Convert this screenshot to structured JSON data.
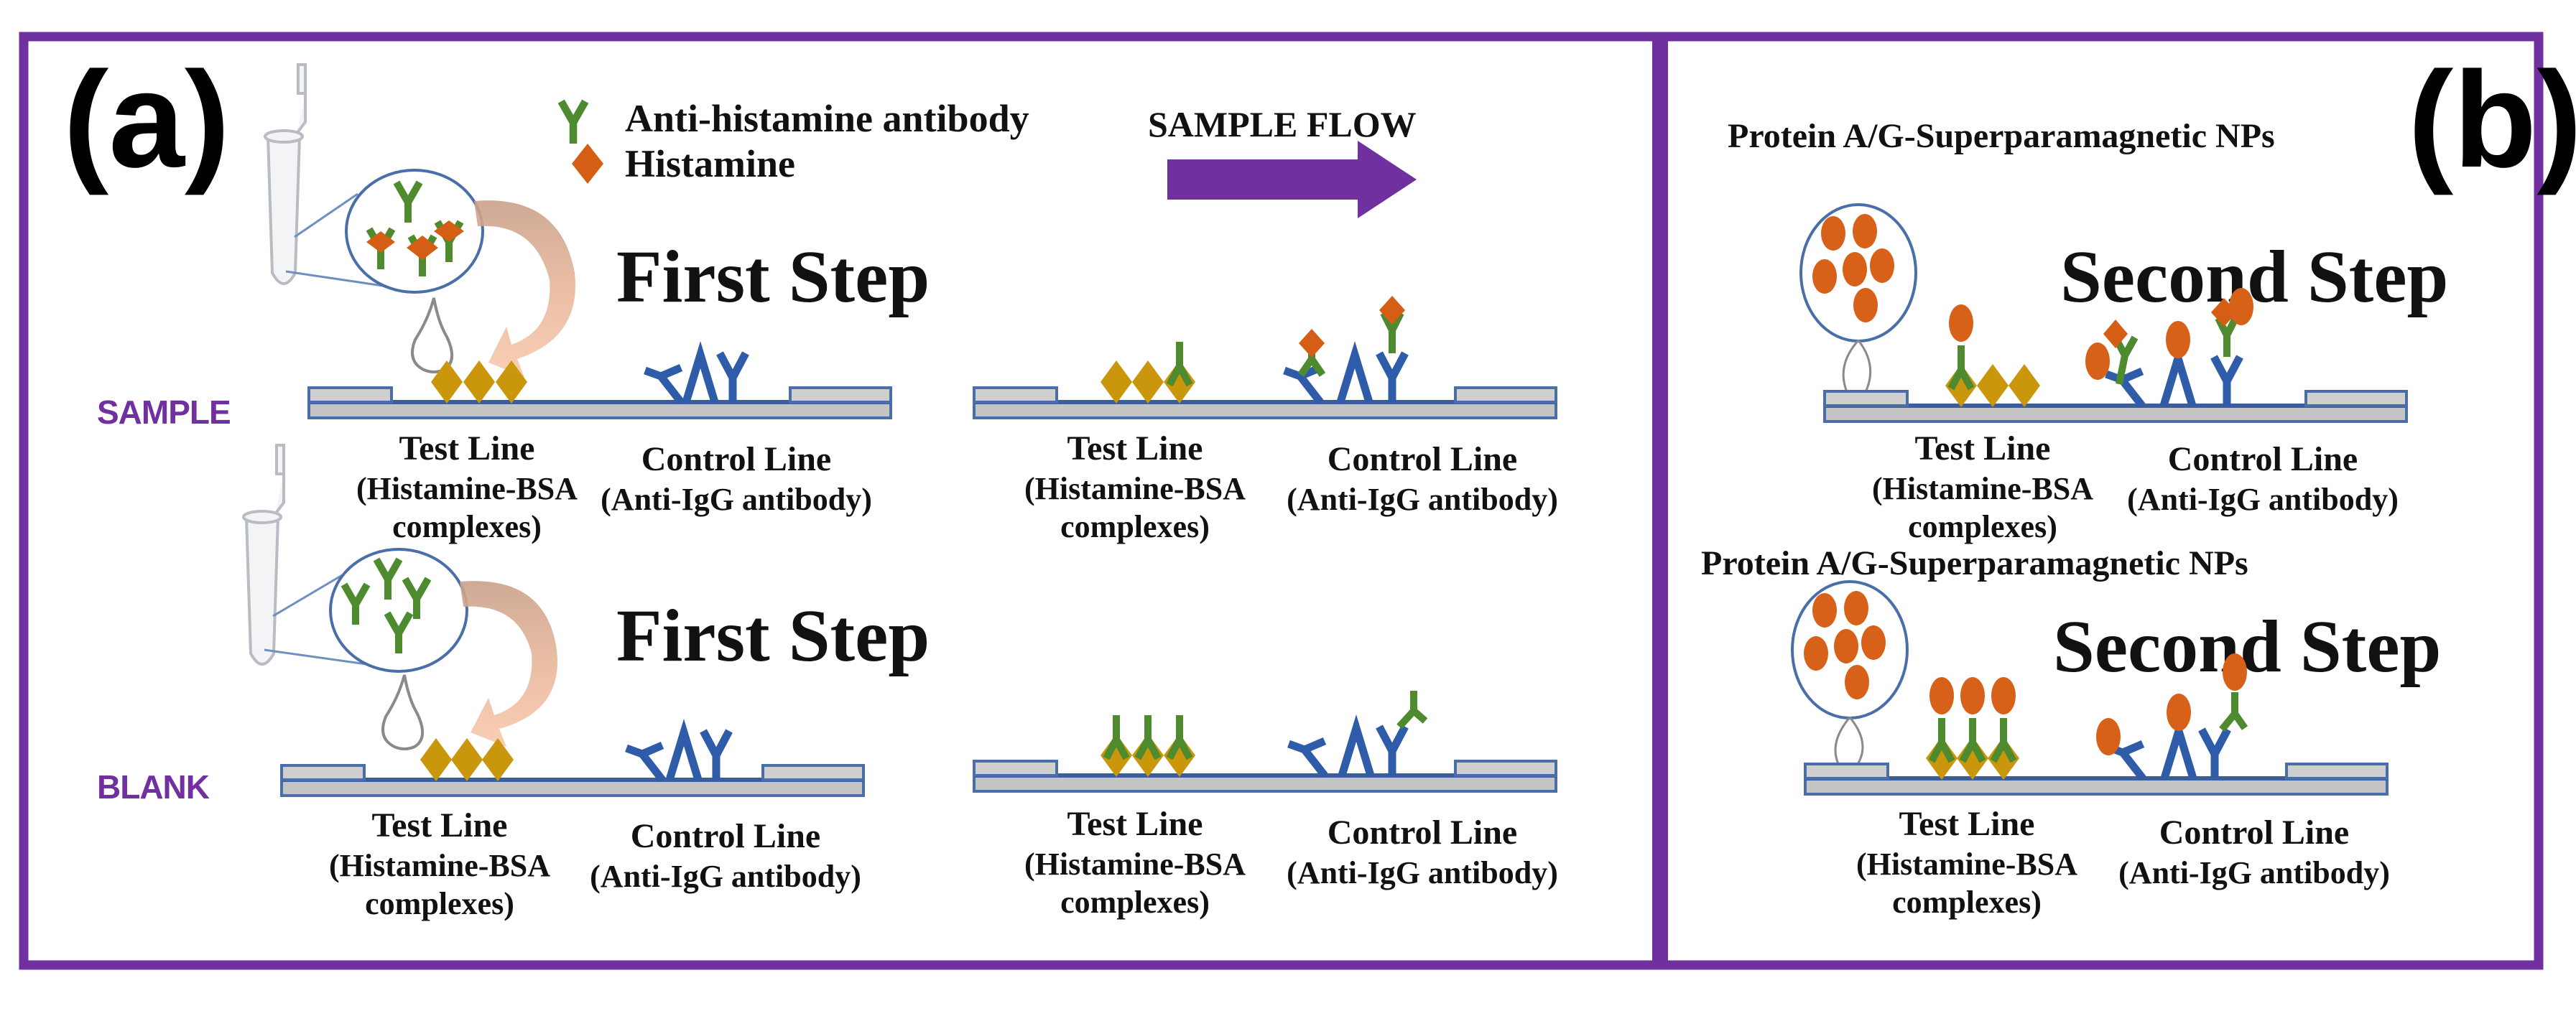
{
  "figure": {
    "panel_a": {
      "letter": "(a)",
      "legend": {
        "antibody_label": "Anti-histamine antibody",
        "antibody_icon": "green-y-antibody-icon",
        "histamine_label": "Histamine",
        "histamine_icon": "orange-diamond-icon"
      },
      "flow_label": "SAMPLE FLOW",
      "rows": [
        {
          "row_label": "SAMPLE",
          "step_title": "First Step",
          "bubble_content": "anti-histamine antibodies bound to histamine (3 bound, 1 free)",
          "before": {
            "test_line": {
              "title": "Test Line",
              "sub1": "(Histamine-BSA",
              "sub2": "complexes)"
            },
            "control_line": {
              "title": "Control Line",
              "sub1": "(Anti-IgG antibody)"
            }
          },
          "after": {
            "test_line": {
              "title": "Test Line",
              "sub1": "(Histamine-BSA",
              "sub2": "complexes)"
            },
            "control_line": {
              "title": "Control Line",
              "sub1": "(Anti-IgG antibody)"
            }
          }
        },
        {
          "row_label": "BLANK",
          "step_title": "First Step",
          "bubble_content": "free anti-histamine antibodies (4)",
          "before": {
            "test_line": {
              "title": "Test Line",
              "sub1": "(Histamine-BSA",
              "sub2": "complexes)"
            },
            "control_line": {
              "title": "Control Line",
              "sub1": "(Anti-IgG antibody)"
            }
          },
          "after": {
            "test_line": {
              "title": "Test Line",
              "sub1": "(Histamine-BSA",
              "sub2": "complexes)"
            },
            "control_line": {
              "title": "Control Line",
              "sub1": "(Anti-IgG antibody)"
            }
          }
        }
      ]
    },
    "panel_b": {
      "letter": "(b)",
      "rows": [
        {
          "reagent_label": "Protein A/G-Superparamagnetic NPs",
          "step_title": "Second Step",
          "test_line": {
            "title": "Test Line",
            "sub1": "(Histamine-BSA",
            "sub2": "complexes)"
          },
          "control_line": {
            "title": "Control Line",
            "sub1": "(Anti-IgG antibody)"
          }
        },
        {
          "reagent_label": "Protein A/G-Superparamagnetic NPs",
          "step_title": "Second Step",
          "test_line": {
            "title": "Test Line",
            "sub1": "(Histamine-BSA",
            "sub2": "complexes)"
          },
          "control_line": {
            "title": "Control Line",
            "sub1": "(Anti-IgG antibody)"
          }
        }
      ]
    },
    "colors": {
      "frame": "#7030a0",
      "anti_histamine_antibody": "#4e8a2e",
      "histamine": "#d45f14",
      "histamine_bsa": "#c9960c",
      "anti_igg_antibody": "#2e5ca8",
      "nanoparticle": "#d8611a",
      "strip": "#c4c4c4"
    }
  }
}
